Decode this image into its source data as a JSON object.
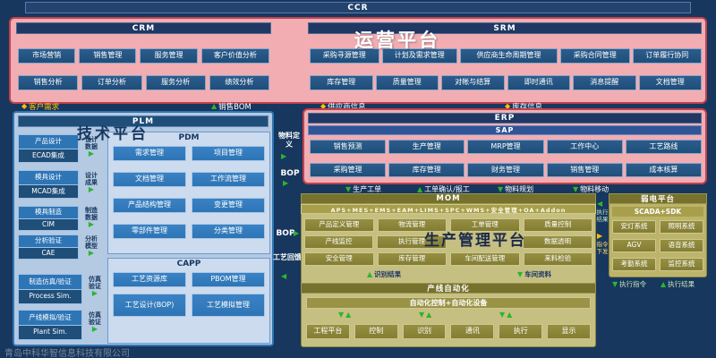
{
  "glyphs": {
    "up": "▲",
    "down": "▼",
    "left": "◀",
    "right": "▶",
    "diamond": "◆"
  },
  "top": {
    "ccr": "CCR"
  },
  "operations": {
    "title": "运营平台"
  },
  "crm": {
    "header": "CRM",
    "row1": [
      "市场营销",
      "销售管理",
      "服务管理",
      "客户价值分析"
    ],
    "row2": [
      "销售分析",
      "订单分析",
      "服务分析",
      "绩效分析"
    ]
  },
  "srm": {
    "header": "SRM",
    "row1": [
      "采购寻源管理",
      "计划及需求管理",
      "供应商生命周期管理",
      "采购合同管理",
      "订单履行协同"
    ],
    "row2": [
      "库存管理",
      "质量管理",
      "对帐与结算",
      "即时通讯",
      "消息提醒",
      "文档管理"
    ]
  },
  "tech": {
    "title": "技术平台"
  },
  "plm": {
    "header": "PLM",
    "left_boxes": [
      {
        "title": "产品设计",
        "sub": "ECAD集成",
        "tag": "设计数据"
      },
      {
        "title": "模具设计",
        "sub": "MCAD集成",
        "tag": "设计成果"
      },
      {
        "title": "模具制造",
        "sub": "CIM",
        "tag": "制造数据"
      },
      {
        "title": "分析验证",
        "sub": "CAE",
        "tag": "分析模型"
      },
      {
        "title": "制造仿真/验证",
        "sub": "Process Sim.",
        "tag": "仿真验证"
      },
      {
        "title": "产线模拟/验证",
        "sub": "Plant Sim.",
        "tag": "仿真验证"
      }
    ],
    "pdm": {
      "header": "PDM",
      "buttons": [
        "需求管理",
        "项目管理",
        "文档管理",
        "工作流管理",
        "产品结构管理",
        "变更管理",
        "零部件管理",
        "分类管理"
      ]
    },
    "capp": {
      "header": "CAPP",
      "buttons": [
        "工艺资源库",
        "PBOM管理",
        "工艺设计(BOP)",
        "工艺模拟管理"
      ]
    }
  },
  "erp": {
    "header": "ERP",
    "subheader": "SAP",
    "row1": [
      "销售预测",
      "生产管理",
      "MRP管理",
      "工作中心",
      "工艺路线"
    ],
    "row2": [
      "采购管理",
      "库存管理",
      "财务管理",
      "销售管理",
      "成本核算"
    ]
  },
  "production": {
    "title": "生产管理平台"
  },
  "mom": {
    "header": "MOM",
    "subheader": "APS+MES+EMS+EAM+LIMS+SPC+WMS+安全管理+OA+Addon",
    "row1": [
      "产品定义管理",
      "物流管理",
      "工单管理",
      "质量控制"
    ],
    "row2": [
      "产线监控",
      "执行管理",
      "数据透明"
    ],
    "row3": [
      "安全管理",
      "库存管理",
      "车间配送管理",
      "来料检验"
    ]
  },
  "automation": {
    "header": "产线自动化",
    "subheader": "自动化控制+自动化设备",
    "buttons": [
      "工程平台",
      "控制",
      "识别",
      "通讯",
      "执行",
      "显示"
    ]
  },
  "weak_current": {
    "header": "弱电平台",
    "subheader": "SCADA+SDK",
    "buttons": [
      "安灯系统",
      "照明系统",
      "AGV",
      "语音系统",
      "考勤系统",
      "监控系统"
    ]
  },
  "links": {
    "customer_demand": "客户需求",
    "sales_bom": "销售BOM",
    "supplier_info": "供应商信息",
    "inventory_info": "库存信息",
    "material_definition": "物料定义",
    "bop_top": "BOP",
    "bop_bottom": "BOP",
    "process_feedback": "工艺回馈",
    "production_order": "生产工单",
    "order_confirm": "工单确认/报工",
    "material_planning": "物料规划",
    "material_movement": "物料移动",
    "recognition_result": "识别结果",
    "workshop_data": "车间资料",
    "exec_result_side": "执行结果",
    "command_dispatch": "指令下发",
    "exec_command": "执行指令",
    "exec_result_bottom": "执行结果"
  },
  "watermark": "青岛中科华智信息科技有限公司",
  "colors": {
    "background": "#17375e",
    "pink": "#f2adb3",
    "pink_border": "#c0424e",
    "navy": "#1f4e79",
    "blue": "#2e75b6",
    "light_blue": "#b4c9e2",
    "olive": "#8a8438",
    "khaki": "#c6bf82",
    "green_arrow": "#2db52d",
    "yellow": "#ffc000"
  }
}
